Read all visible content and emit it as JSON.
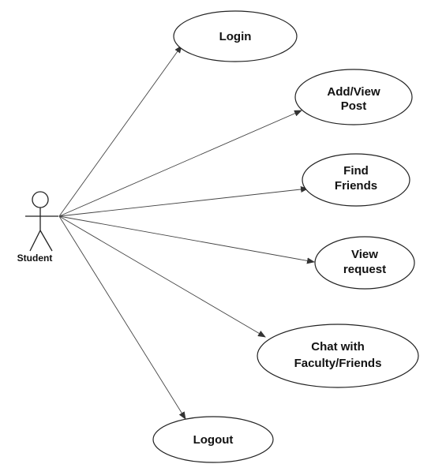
{
  "actor": {
    "name": "Student"
  },
  "use_cases": [
    {
      "id": "login",
      "lines": [
        "Login"
      ]
    },
    {
      "id": "add-view-post",
      "lines": [
        "Add/View",
        "Post"
      ]
    },
    {
      "id": "find-friends",
      "lines": [
        "Find",
        "Friends"
      ]
    },
    {
      "id": "view-request",
      "lines": [
        "View",
        "request"
      ]
    },
    {
      "id": "chat",
      "lines": [
        "Chat with",
        "Faculty/Friends"
      ]
    },
    {
      "id": "logout",
      "lines": [
        "Logout"
      ]
    }
  ]
}
